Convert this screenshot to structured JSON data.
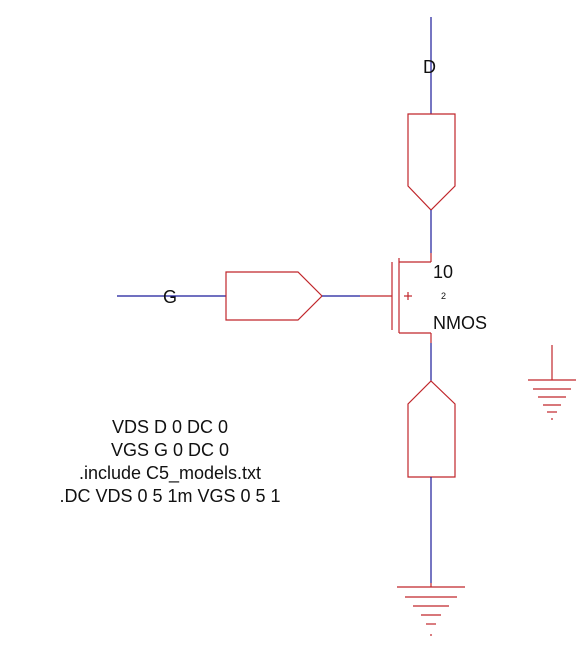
{
  "schematic": {
    "labels": {
      "drain_net": "D",
      "gate_net": "G",
      "device_value": "10",
      "device_pin": "2",
      "device_type": "NMOS"
    },
    "netlist_lines": [
      "VDS D 0 DC 0",
      "VGS G 0 DC 0",
      ".include C5_models.txt",
      ".DC VDS 0 5 1m VGS 0 5 1"
    ],
    "colors": {
      "wire": "#1a1a9a",
      "component": "#c0262b",
      "text": "#111111",
      "background": "#ffffff"
    }
  }
}
